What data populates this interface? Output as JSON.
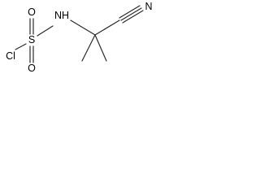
{
  "molecule": {
    "atoms": {
      "chlorine": "Cl",
      "sulfur": "S",
      "oxygen_top": "O",
      "oxygen_bottom": "O",
      "amine": "NH",
      "nitrile_n": "N"
    }
  }
}
